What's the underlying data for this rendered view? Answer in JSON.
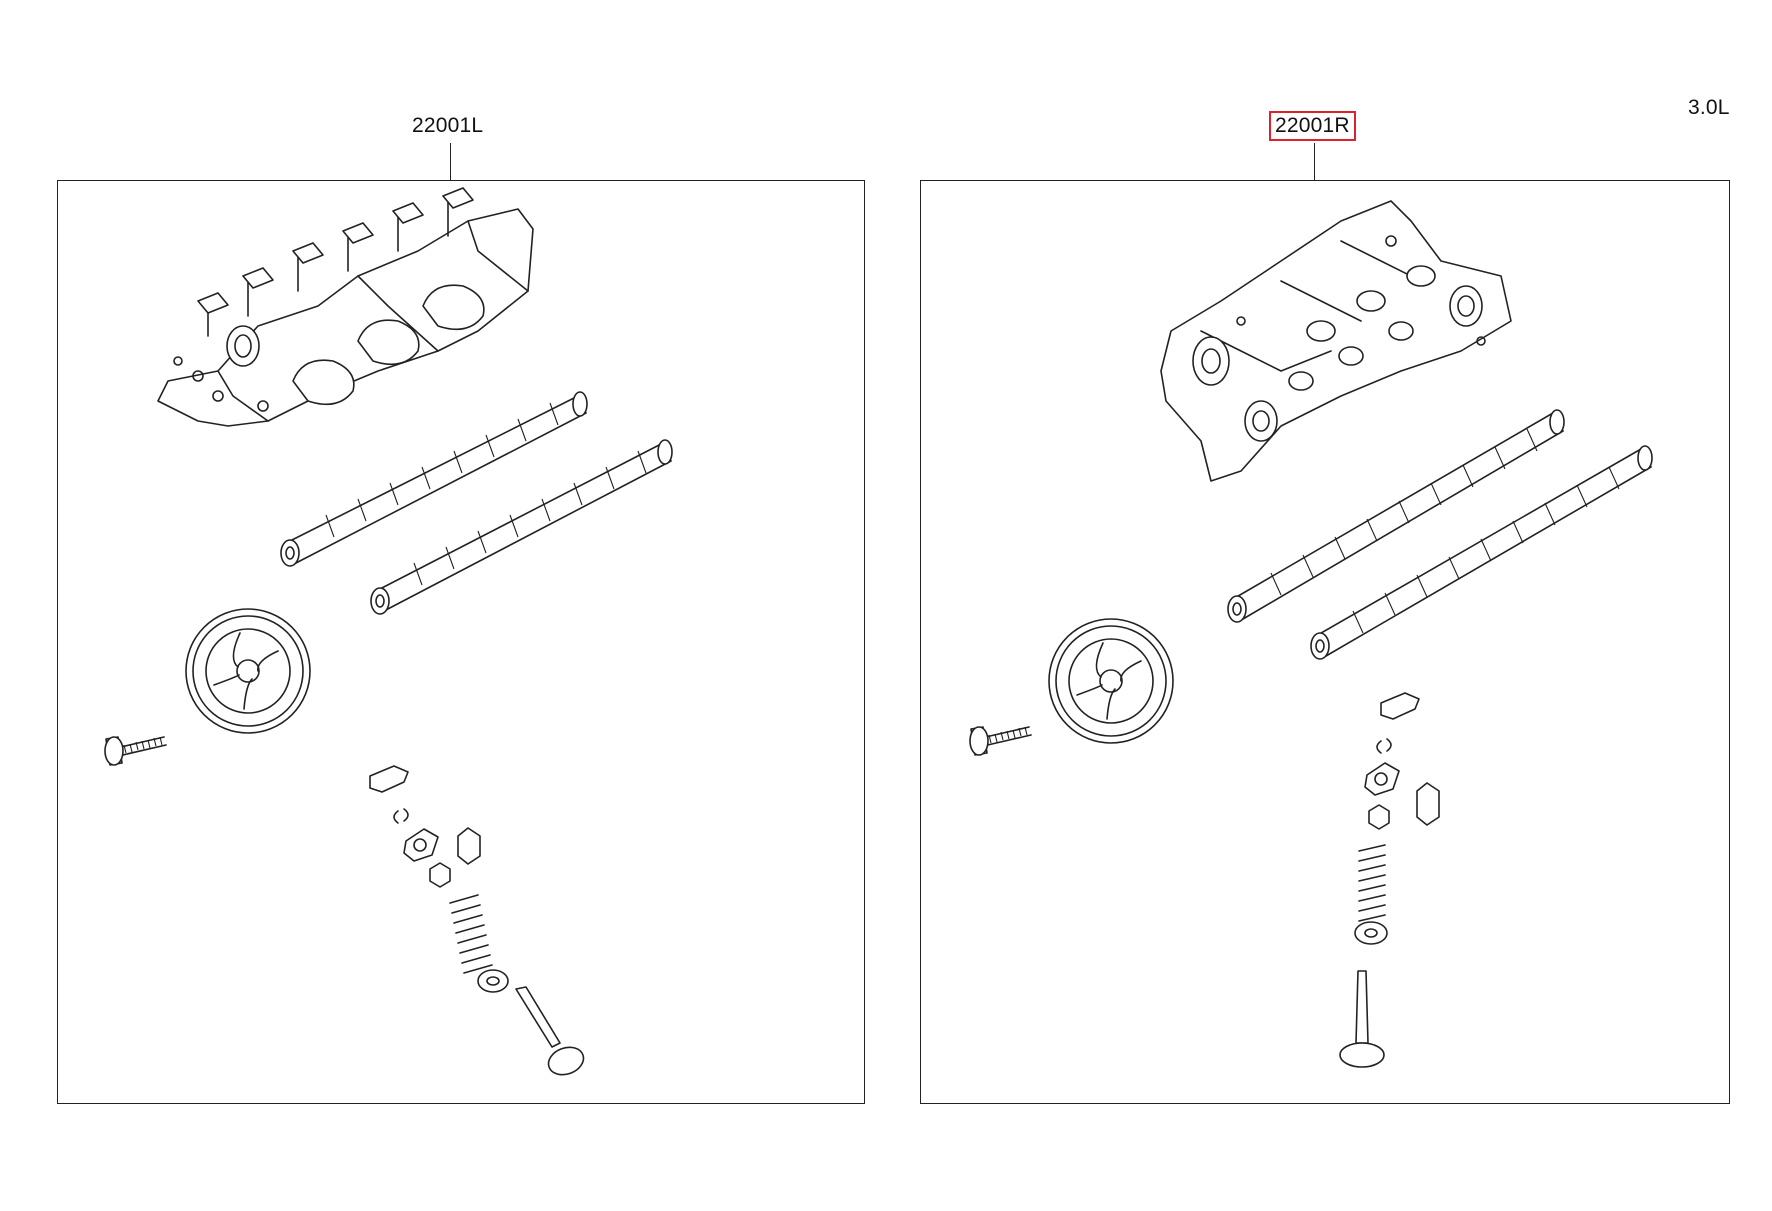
{
  "engine": {
    "label": "3.0L"
  },
  "assemblies": [
    {
      "part_number": "22001L",
      "selected": false
    },
    {
      "part_number": "22001R",
      "selected": true
    }
  ],
  "colors": {
    "highlight": "#e0202a",
    "line": "#222222",
    "background": "#ffffff"
  },
  "icons": [
    "cylinder-head-icon",
    "camshaft-icon",
    "cam-sprocket-icon",
    "sprocket-bolt-icon",
    "rocker-arm-icon",
    "valve-keeper-icon",
    "valve-spring-retainer-icon",
    "lash-adjuster-icon",
    "valve-stem-seal-icon",
    "valve-spring-icon",
    "spring-seat-icon",
    "valve-icon"
  ]
}
